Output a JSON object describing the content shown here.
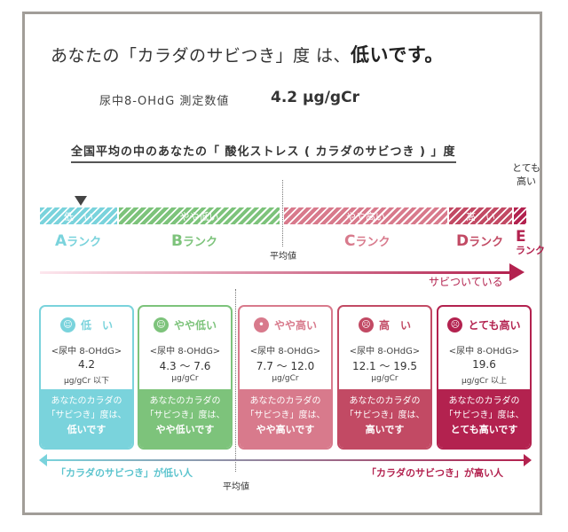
{
  "title": {
    "prefix": "あなたの「カラダのサビつき」度 は、",
    "emphasis": "低いです。"
  },
  "measure": {
    "label": "尿中8-OHdG 測定数値",
    "value": "4.2 μg/gCr"
  },
  "chart_title": "全国平均の中のあなたの「 酸化ストレス ( カラダのサビつき ) 」度",
  "chart_data": {
    "type": "bar",
    "orientation": "horizontal-stacked-scale",
    "user_value": 4.2,
    "unit": "μg/gCr",
    "segments": [
      {
        "label": "低　い",
        "rank_letter": "A",
        "rank_suffix": "ランク",
        "color": "#7ad3dc",
        "range": "4.2"
      },
      {
        "label": "やや低い",
        "rank_letter": "B",
        "rank_suffix": "ランク",
        "color": "#7dc37b",
        "range": "4.3〜7.6"
      },
      {
        "label": "やや高い",
        "rank_letter": "C",
        "rank_suffix": "ランク",
        "color": "#d87a8c",
        "range": "7.7〜12.0"
      },
      {
        "label": "高　い",
        "rank_letter": "D",
        "rank_suffix": "ランク",
        "color": "#c24a64",
        "range": "12.1〜19.5"
      },
      {
        "label": "",
        "rank_letter": "E",
        "rank_suffix": "ランク",
        "color": "#b3224f",
        "range": "19.6"
      }
    ],
    "very_high_label": "とても高い",
    "average_label": "平均値",
    "rust_arrow_label": "サビついている"
  },
  "cards": [
    {
      "title": "低　い",
      "face": "☺",
      "sub": "<尿中 8-OHdG>",
      "value": "4.2",
      "unit": "μg/gCr 以下",
      "f1": "あなたのカラダの",
      "f2": "「サビつき」度は、",
      "f3": "低いです",
      "color": "#7ad3dc"
    },
    {
      "title": "やや低い",
      "face": "☺",
      "sub": "<尿中 8-OHdG>",
      "value": "4.3 〜 7.6",
      "unit": "μg/gCr",
      "f1": "あなたのカラダの",
      "f2": "「サビつき」度は、",
      "f3": "やや低いです",
      "color": "#7dc37b"
    },
    {
      "title": "やや高い",
      "face": "•",
      "sub": "<尿中 8-OHdG>",
      "value": "7.7 〜 12.0",
      "unit": "μg/gCr",
      "f1": "あなたのカラダの",
      "f2": "「サビつき」度は、",
      "f3": "やや高いです",
      "color": "#d87a8c"
    },
    {
      "title": "高　い",
      "face": "☹",
      "sub": "<尿中 8-OHdG>",
      "value": "12.1 〜 19.5",
      "unit": "μg/gCr",
      "f1": "あなたのカラダの",
      "f2": "「サビつき」度は、",
      "f3": "高いです",
      "color": "#c24a64"
    },
    {
      "title": "とても高い",
      "face": "☹",
      "sub": "<尿中 8-OHdG>",
      "value": "19.6",
      "unit": "μg/gCr 以上",
      "f1": "あなたのカラダの",
      "f2": "「サビつき」度は、",
      "f3": "とても高いです",
      "color": "#b3224f"
    }
  ],
  "bottom": {
    "left": "「カラダのサビつき」が低い人",
    "right": "「カラダのサビつき」が高い人",
    "avg": "平均値"
  }
}
